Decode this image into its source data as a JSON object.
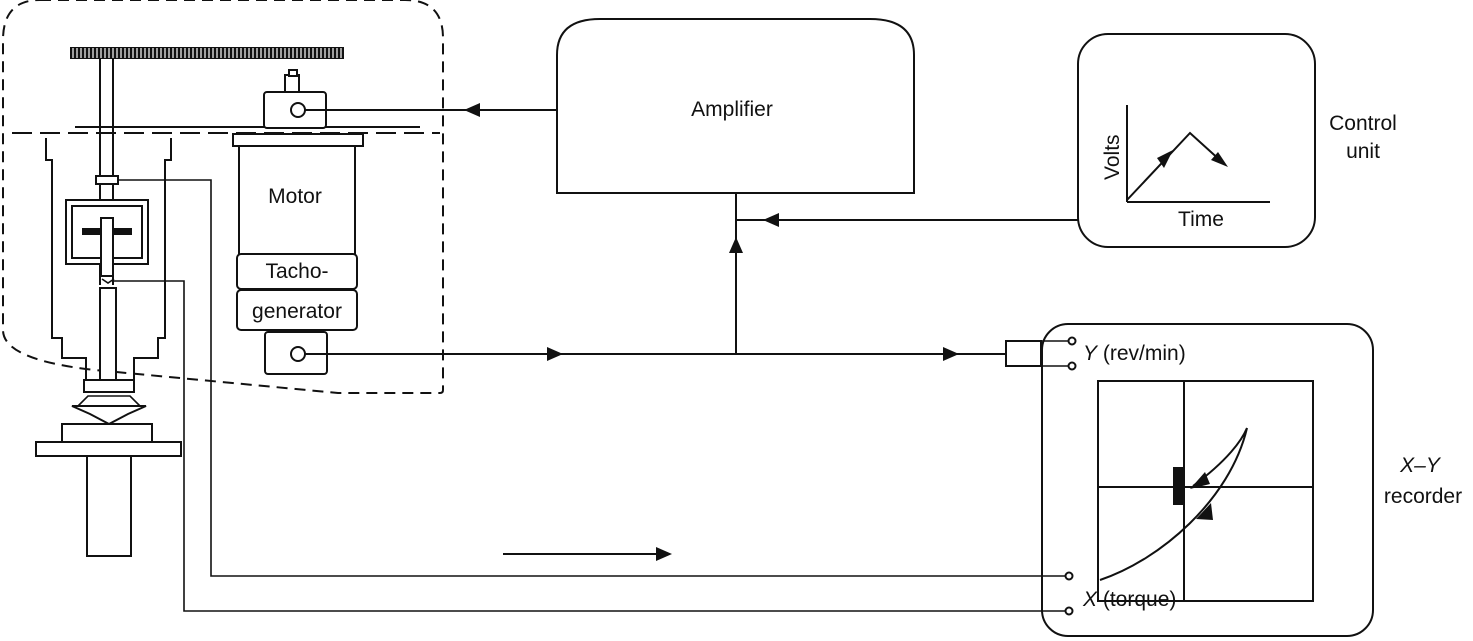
{
  "labels": {
    "amplifier": "Amplifier",
    "motor": "Motor",
    "tacho_line1": "Tacho-",
    "tacho_line2": "generator",
    "control_line1": "Control",
    "control_line2": "unit",
    "volts": "Volts",
    "time": "Time",
    "y_axis_letter": "Y",
    "y_axis_unit": " (rev/min)",
    "x_axis_letter": "X",
    "x_axis_unit": " (torque)",
    "xy_line1": "X–Y",
    "xy_line2": "recorder"
  }
}
